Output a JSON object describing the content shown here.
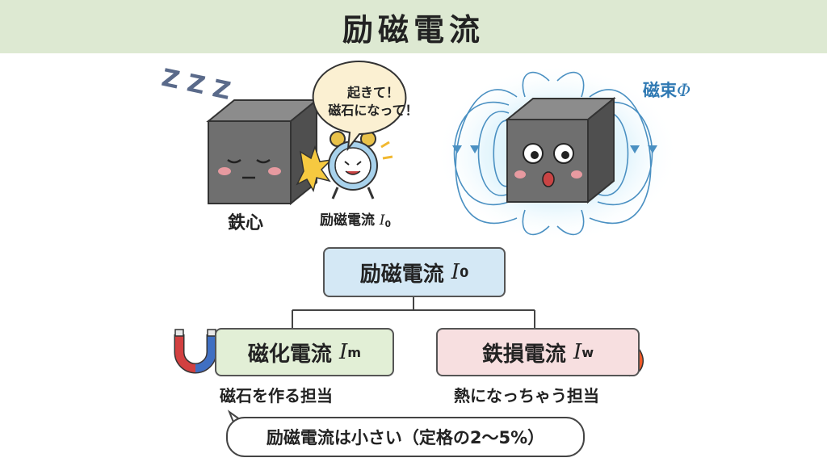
{
  "header": {
    "title": "励磁電流"
  },
  "illustration": {
    "sleep_text": "Z Z Z",
    "speech_line1": "起きて！",
    "speech_line2": "磁石になって！",
    "core_label": "鉄心",
    "clock_label": "励磁電流",
    "clock_symbol": "I",
    "clock_sub": "0",
    "flux_label": "磁束",
    "flux_symbol": "Φ"
  },
  "tree": {
    "root": {
      "text": "励磁電流",
      "symbol": "I",
      "sub": "0"
    },
    "left": {
      "text": "磁化電流",
      "symbol": "I",
      "sub": "m",
      "caption": "磁石を作る担当"
    },
    "right": {
      "text": "鉄損電流",
      "symbol": "I",
      "sub": "w",
      "caption": "熱になっちゃう担当"
    }
  },
  "note": "励磁電流は小さい（定格の2〜5%）",
  "colors": {
    "header_bg": "#dde9d2",
    "root_bg": "#d4e8f5",
    "left_bg": "#e2efd6",
    "right_bg": "#f7dfe0",
    "flux": "#4a90c2"
  }
}
